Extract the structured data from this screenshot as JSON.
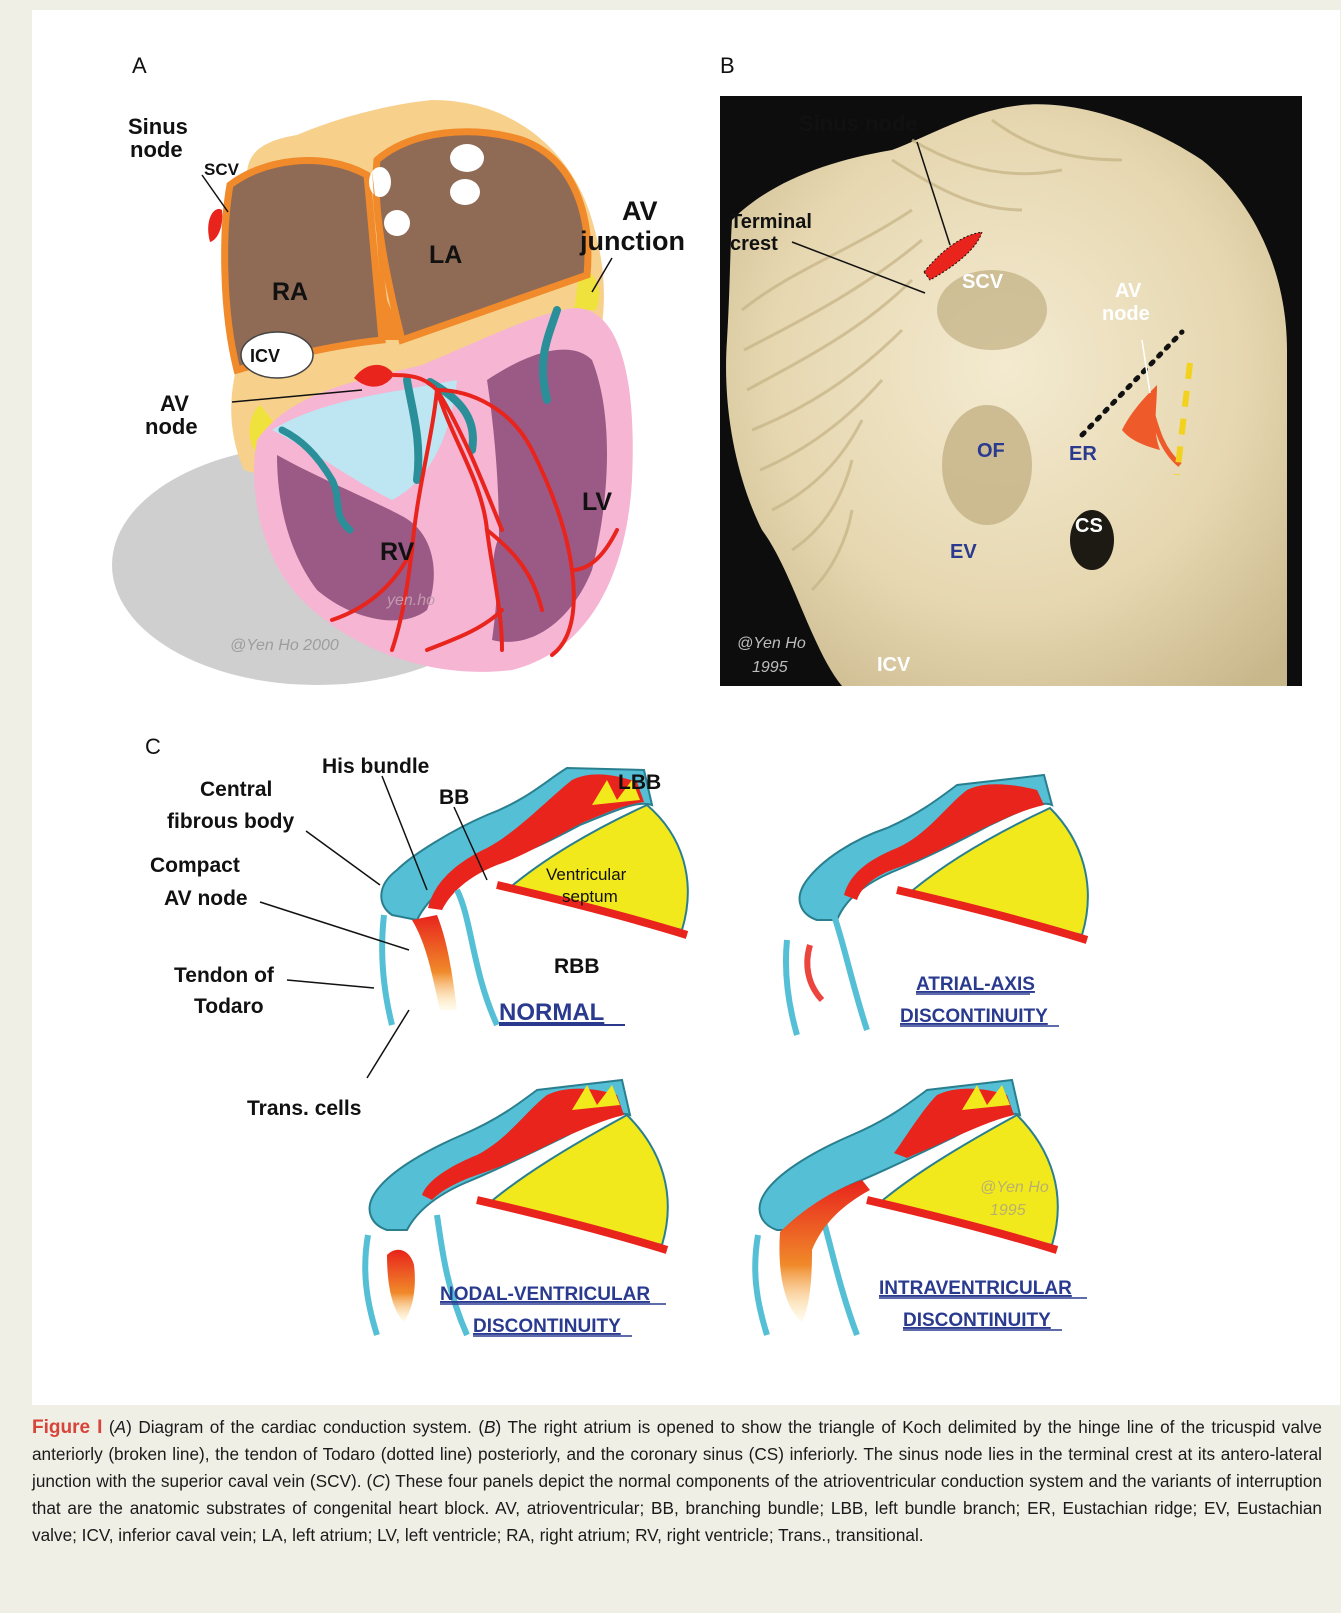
{
  "panels": {
    "a": {
      "letter": "A",
      "labels": {
        "sinus_node": [
          "Sinus",
          "node"
        ],
        "scv": "SCV",
        "av_junction": [
          "AV",
          "junction"
        ],
        "ra": "RA",
        "la": "LA",
        "icv": "ICV",
        "av_node": [
          "AV",
          "node"
        ],
        "rv": "RV",
        "lv": "LV",
        "watermark": "yen.ho",
        "copyright": "@Yen Ho  2000"
      }
    },
    "b": {
      "letter": "B",
      "labels": {
        "sinus_node": "Sinus node",
        "terminal_crest": [
          "Terminal",
          "crest"
        ],
        "scv": "SCV",
        "av_node": [
          "AV",
          "node"
        ],
        "of": "OF",
        "er": "ER",
        "cs": "CS",
        "ev": "EV",
        "icv": "ICV",
        "copyright": [
          "@Yen Ho",
          "1995"
        ]
      }
    },
    "c": {
      "letter": "C",
      "labels": {
        "his_bundle": "His bundle",
        "central_fibrous_body": [
          "Central",
          "fibrous body"
        ],
        "bb": "BB",
        "lbb": "LBB",
        "compact_av_node": [
          "Compact",
          "AV node"
        ],
        "ventricular_septum": [
          "Ventricular",
          "septum"
        ],
        "rbb": "RBB",
        "tendon_of_todaro": [
          "Tendon of",
          "Todaro"
        ],
        "trans_cells": "Trans. cells",
        "copyright": [
          "@Yen Ho",
          "1995"
        ]
      },
      "variants": {
        "normal": "NORMAL",
        "atrial_axis": [
          "ATRIAL-AXIS",
          "DISCONTINUITY"
        ],
        "nodal_ventricular": [
          "NODAL-VENTRICULAR",
          "DISCONTINUITY"
        ],
        "intraventricular": [
          "INTRAVENTRICULAR",
          "DISCONTINUITY"
        ]
      }
    }
  },
  "caption": {
    "label": "Figure I",
    "segments": [
      " (",
      {
        "i": "A"
      },
      ") Diagram of the cardiac conduction system. (",
      {
        "i": "B"
      },
      ") The right atrium is opened to show the triangle of Koch delimited by the hinge line of the tricuspid valve anteriorly (broken line), the tendon of Todaro (dotted line) posteriorly, and the coronary sinus (CS) inferiorly. The sinus node lies in the terminal crest at its antero-lateral junction with the superior caval vein (SCV). (",
      {
        "i": "C"
      },
      ") These four panels depict the normal components of the atrioventricular conduction system and the variants of interruption that are the anatomic substrates of congenital heart block. AV, atrioventricular; BB, branching bundle; LBB, left bundle branch; ER, Eustachian ridge; EV, Eustachian valve; ICV, inferior caval vein; LA, left atrium; LV, left ventricle; RA, right atrium; RV, right ventricle; Trans., transitional."
    ]
  },
  "colors": {
    "conduction_red": "#e8241c",
    "fibrous_blue": "#55bfd6",
    "septum_yellow": "#f2e91c",
    "variant_label_blue": "#2a3b8f",
    "figure_label_red": "#d8433a"
  }
}
